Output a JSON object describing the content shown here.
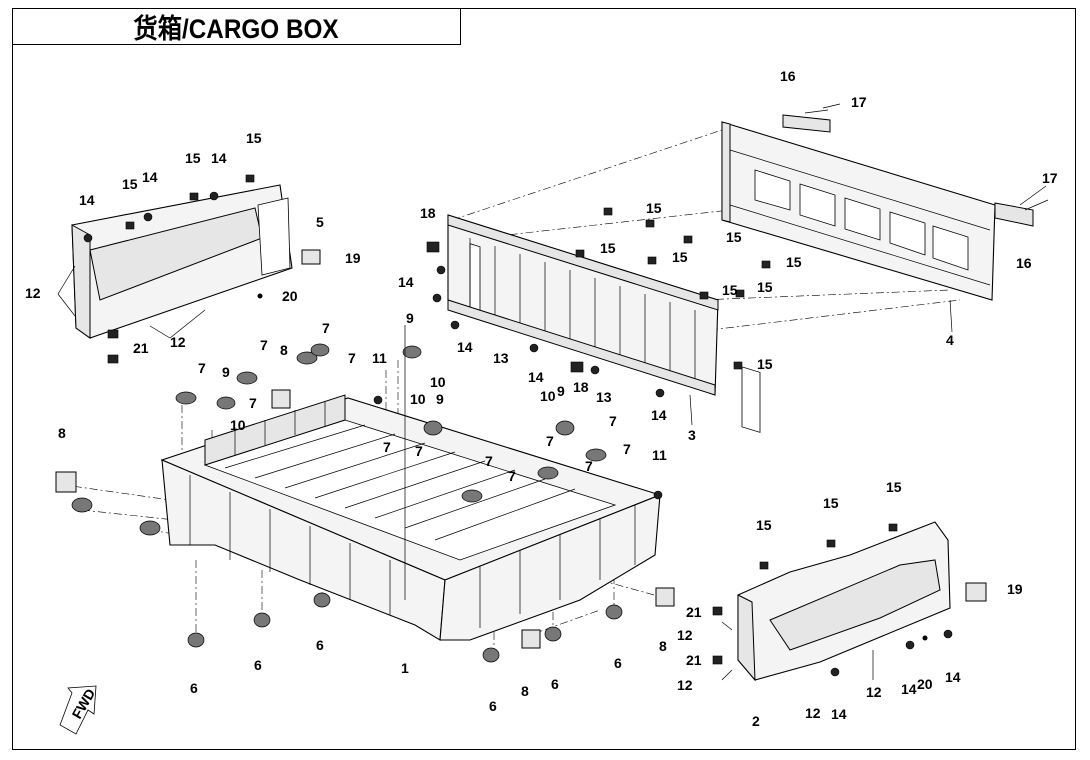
{
  "title": "货箱/CARGO BOX",
  "fwd_label": "FWD",
  "callouts": {
    "c16a": "16",
    "c17a": "17",
    "c17b": "17",
    "c16b": "16",
    "c4": "4",
    "c18a": "18",
    "c15a": "15",
    "c15b": "15",
    "c15c": "15",
    "c15d": "15",
    "c15e": "15",
    "c15f": "15",
    "c15g": "15",
    "c14a": "14",
    "c14b": "14",
    "c13a": "13",
    "c13b": "13",
    "c14c": "14",
    "c18b": "18",
    "c14d": "14",
    "c3": "3",
    "c15h": "15",
    "c15i": "15",
    "c14e": "14",
    "c15j": "15",
    "c14f": "14",
    "c5": "5",
    "c19a": "19",
    "c20a": "20",
    "c12a": "12",
    "c12b": "12",
    "c21a": "21",
    "c7a": "7",
    "c7b": "7",
    "c7c": "7",
    "c7d": "7",
    "c8a": "8",
    "c9a": "9",
    "c10a": "10",
    "c11a": "11",
    "c9b": "9",
    "c10b": "10",
    "c7e": "7",
    "c9c": "9",
    "c10c": "10",
    "c10d": "10",
    "c9d": "9",
    "c8b": "8",
    "c7f": "7",
    "c7g": "7",
    "c7h": "7",
    "c7i": "7",
    "c7j": "7",
    "c7k": "7",
    "c7l": "7",
    "c7m": "7",
    "c11b": "11",
    "c6a": "6",
    "c6b": "6",
    "c6c": "6",
    "c1": "1",
    "c6d": "6",
    "c8c": "8",
    "c6e": "6",
    "c6f": "6",
    "c8d": "8",
    "c15k": "15",
    "c15l": "15",
    "c15m": "15",
    "c19b": "19",
    "c21b": "21",
    "c12c": "12",
    "c21c": "21",
    "c12d": "12",
    "c2": "2",
    "c12e": "12",
    "c14g": "14",
    "c12f": "12",
    "c14h": "14",
    "c20b": "20",
    "c14i": "14"
  }
}
